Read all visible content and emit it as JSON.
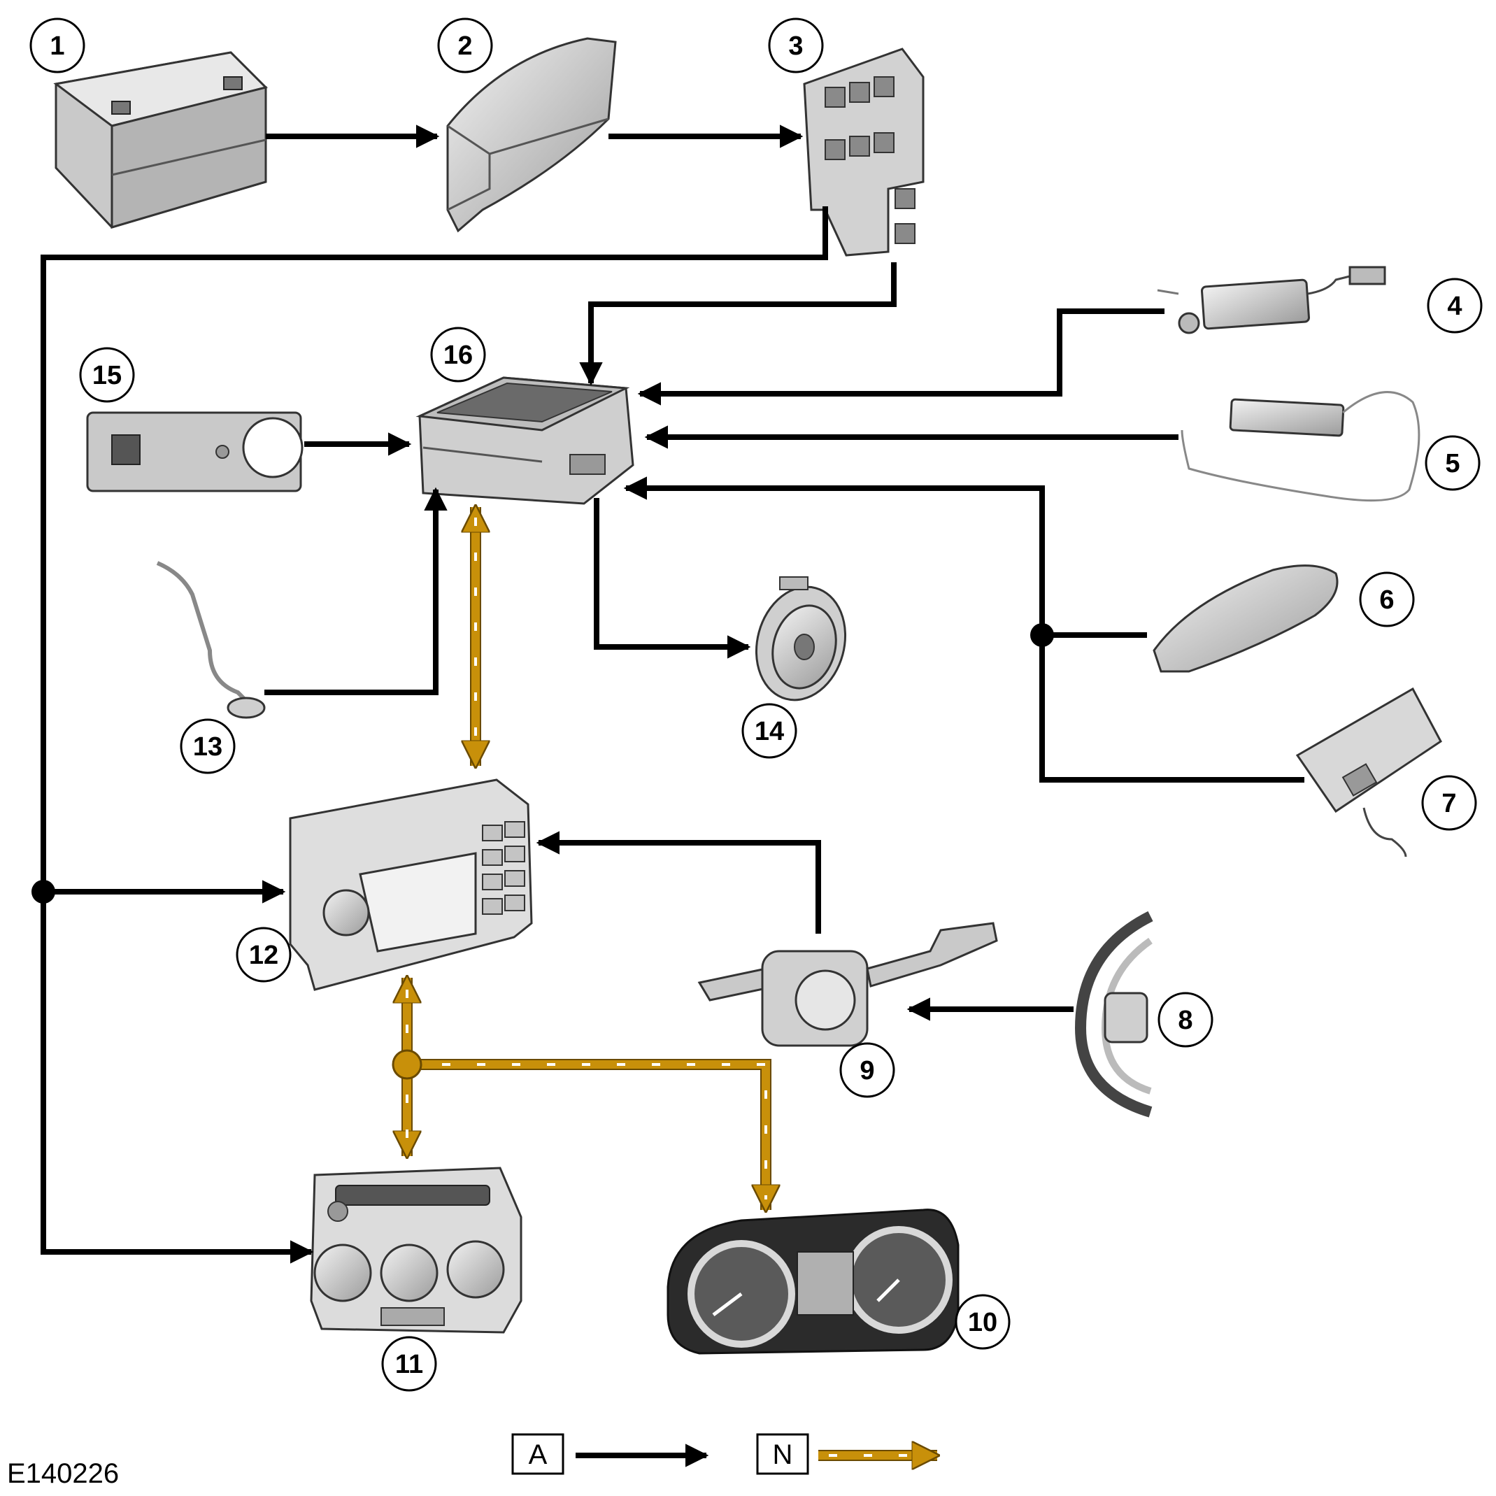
{
  "diagram": {
    "reference_code": "E140226",
    "components": [
      {
        "id": "1",
        "label": "1"
      },
      {
        "id": "2",
        "label": "2"
      },
      {
        "id": "3",
        "label": "3"
      },
      {
        "id": "4",
        "label": "4"
      },
      {
        "id": "5",
        "label": "5"
      },
      {
        "id": "6",
        "label": "6"
      },
      {
        "id": "7",
        "label": "7"
      },
      {
        "id": "8",
        "label": "8"
      },
      {
        "id": "9",
        "label": "9"
      },
      {
        "id": "10",
        "label": "10"
      },
      {
        "id": "11",
        "label": "11"
      },
      {
        "id": "12",
        "label": "12"
      },
      {
        "id": "13",
        "label": "13"
      },
      {
        "id": "14",
        "label": "14"
      },
      {
        "id": "15",
        "label": "15"
      },
      {
        "id": "16",
        "label": "16"
      }
    ],
    "legend": [
      {
        "key": "A",
        "line_style": "solid-black-arrow",
        "color": "#000000"
      },
      {
        "key": "N",
        "line_style": "dashed-gold-arrow",
        "color": "#c8900a"
      }
    ],
    "colors": {
      "hardwired": "#000000",
      "network": "#c8900a",
      "component_fill": "#d6d6d6",
      "component_stroke": "#3a3a3a"
    }
  }
}
